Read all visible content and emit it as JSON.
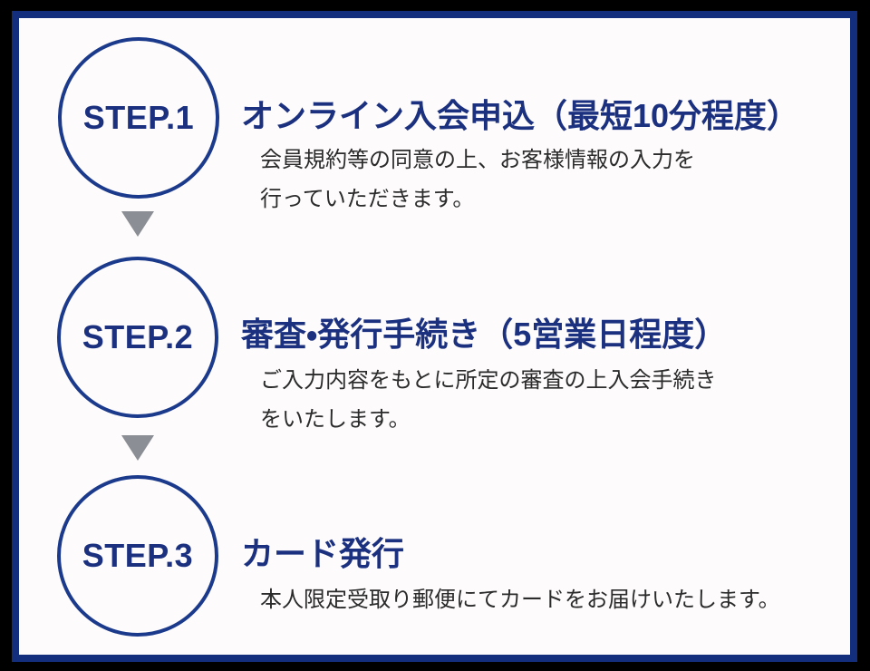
{
  "colors": {
    "outer_background": "#000000",
    "frame_border": "#122e7c",
    "content_background": "#fdfbfb",
    "step_navy_text": "#1b3180",
    "circle_border": "#1b3a8c",
    "arrow_gray": "#8b8e94",
    "description_text": "#2b2b2b"
  },
  "steps": [
    {
      "badge": "STEP.1",
      "title": "オンライン入会申込（最短10分程度）",
      "description_lines": [
        "会員規約等の同意の上、お客様情報の入力を",
        "行っていただきます。"
      ]
    },
    {
      "badge": "STEP.2",
      "title": "審査・発行手続き（5営業日程度）",
      "description_lines": [
        "ご入力内容をもとに所定の審査の上入会手続き",
        "をいたします。"
      ]
    },
    {
      "badge": "STEP.3",
      "title": "カード発行",
      "description_lines": [
        "本人限定受取り郵便にてカードをお届けいたします。"
      ]
    }
  ]
}
